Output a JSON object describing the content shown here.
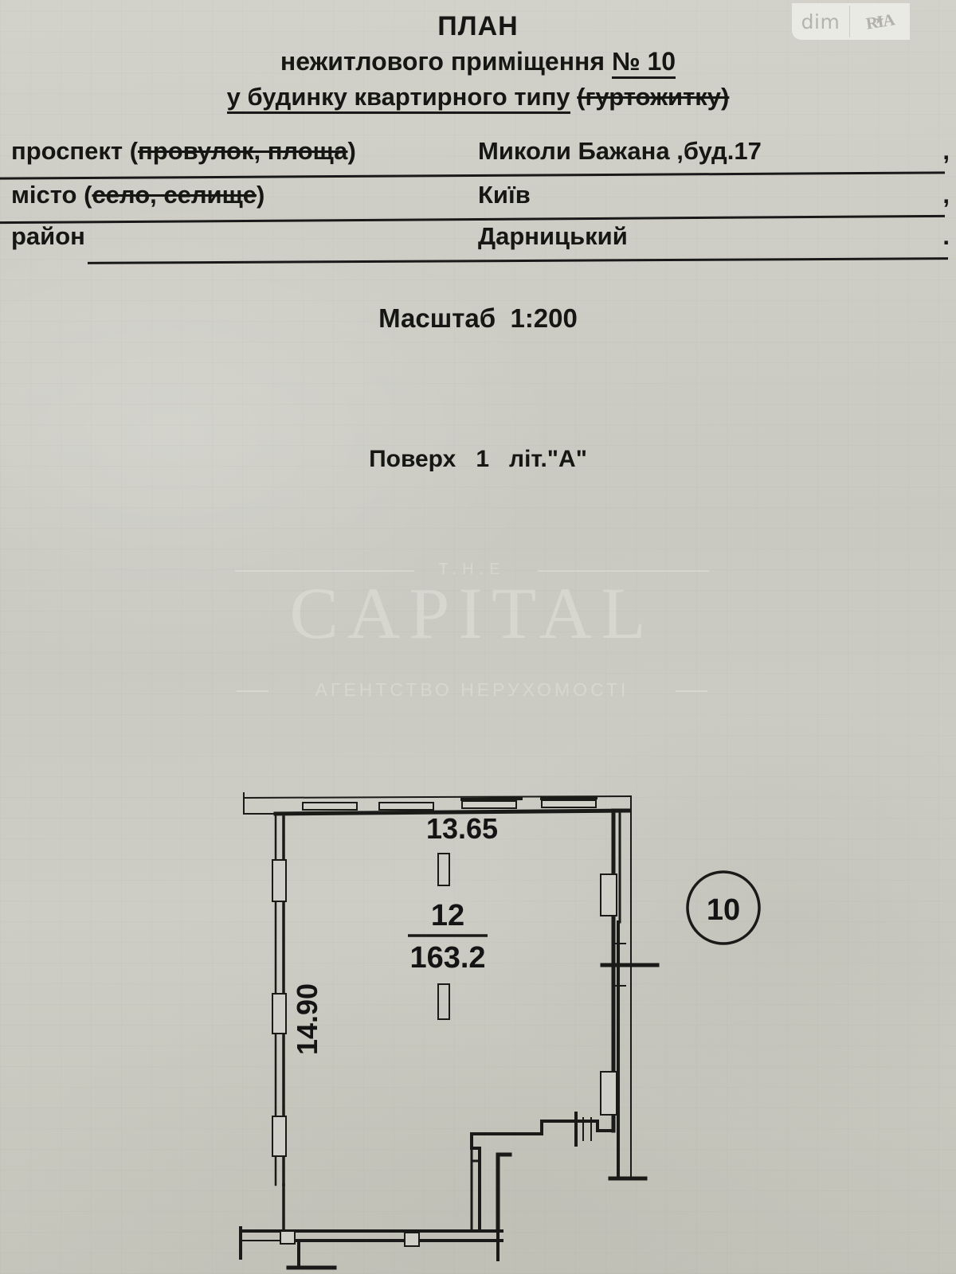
{
  "logo": {
    "left_text": "dim",
    "right_text": "RIA",
    "star_glyph": "★"
  },
  "title": {
    "line1": "ПЛАН",
    "line2_a": "нежитлового  приміщення",
    "line2_num": "№ 10",
    "line3_a": "у будинку квартирного  типу",
    "line3_struck": "(гуртожитку)"
  },
  "form": {
    "rows": [
      {
        "label_a": "проспект (",
        "label_struck": "провулок, площа",
        "label_b": ")",
        "value": "Миколи Бажана  ,буд.17",
        "tail": ","
      },
      {
        "label_a": "місто (",
        "label_struck": "село, селище",
        "label_b": ")",
        "value": "Київ",
        "tail": ","
      },
      {
        "label_a": "район",
        "label_struck": "",
        "label_b": "",
        "value": "Дарницький",
        "tail": "."
      }
    ]
  },
  "scale": {
    "label": "Масштаб",
    "value": "1:200"
  },
  "floor": {
    "label": "Поверх",
    "number": "1",
    "letter_label": "літ.\"А\""
  },
  "watermark": {
    "top": "T.H.E",
    "main": "CAPITAL",
    "sub": "АГЕНТСТВО НЕРУХОМОСТІ"
  },
  "plan": {
    "dimension_top": "13.65",
    "dimension_left": "14.90",
    "room_number": "12",
    "room_area": "163.2",
    "unit_marker": "10"
  },
  "colors": {
    "paper": "#cbcbc3",
    "ink": "#161614",
    "watermark": "#f2f2ec",
    "logo_gray": "#b4b4ac"
  }
}
